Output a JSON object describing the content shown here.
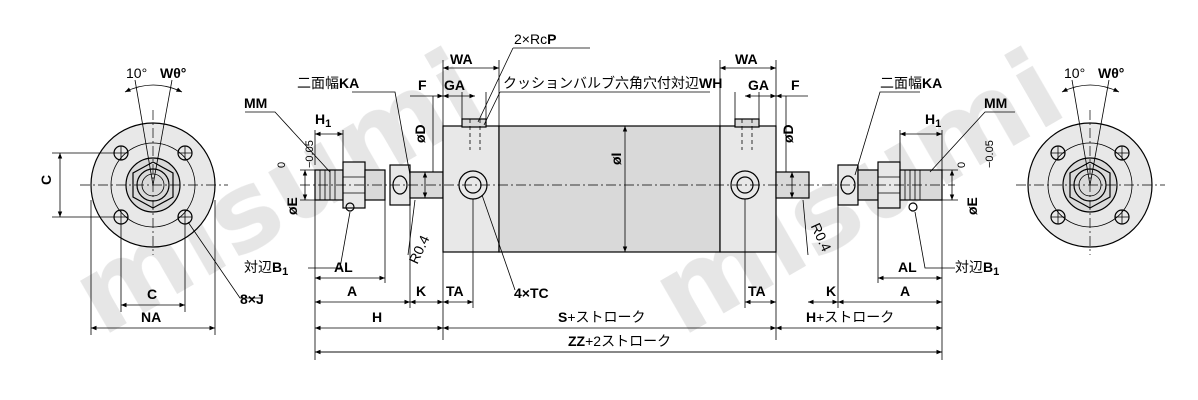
{
  "labels": {
    "rcp": "2×Rc",
    "rcp_bold": "P",
    "wa_left": "WA",
    "wa_right": "WA",
    "ga_left": "GA",
    "ga_right": "GA",
    "f_left": "F",
    "f_right": "F",
    "cushion_valve": "クッションバルブ六角穴付対辺",
    "cushion_valve_bold": "WH",
    "angle_left": "10°",
    "angle_right": "10°",
    "w_theta_left": "Wθ°",
    "w_theta_right": "Wθ°",
    "ka_left_prefix": "二面幅",
    "ka_left": "KA",
    "ka_right_prefix": "二面幅",
    "ka_right": "KA",
    "mm_left": "MM",
    "mm_right": "MM",
    "h1_left": "H",
    "h1_right": "H",
    "sub1": "1",
    "c_vertical": "C",
    "od_left": "øD",
    "od_right": "øD",
    "oi": "øI",
    "oe_left": "øE",
    "oe_right": "øE",
    "tol_top": "0",
    "tol_bottom": "−0.05",
    "r04_left": "R0.4",
    "r04_right": "R0.4",
    "b1_left_prefix": "対辺",
    "b1_left": "B",
    "b1_right_prefix": "対辺",
    "b1_right": "B",
    "al_left": "AL",
    "al_right": "AL",
    "a_left": "A",
    "a_right": "A",
    "k_left": "K",
    "k_right": "K",
    "ta_left": "TA",
    "ta_right": "TA",
    "tc": "4×TC",
    "c_horizontal": "C",
    "na": "NA",
    "j": "8×J",
    "h_left": "H",
    "s_stroke_bold": "S",
    "s_stroke": "+ストローク",
    "h_stroke_bold": "H",
    "h_stroke": "+ストローク",
    "zz_bold": "ZZ",
    "zz_stroke": "+2ストローク",
    "watermark": "misumi"
  }
}
